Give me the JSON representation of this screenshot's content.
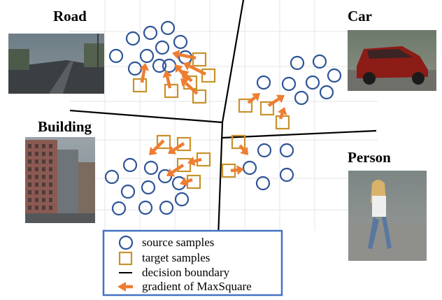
{
  "classes": {
    "road": "Road",
    "car": "Car",
    "building": "Building",
    "person": "Person"
  },
  "photos": {
    "road": "road-photo",
    "car": "car-photo",
    "building": "building-photo",
    "person": "person-photo"
  },
  "legend": {
    "source": "source samples",
    "target": "target samples",
    "boundary": "decision boundary",
    "gradient": "gradient of MaxSquare"
  },
  "colors": {
    "source": "#2f5597",
    "target": "#c8922a",
    "gradient": "#ee7d31",
    "legend_border": "#4472c4"
  }
}
